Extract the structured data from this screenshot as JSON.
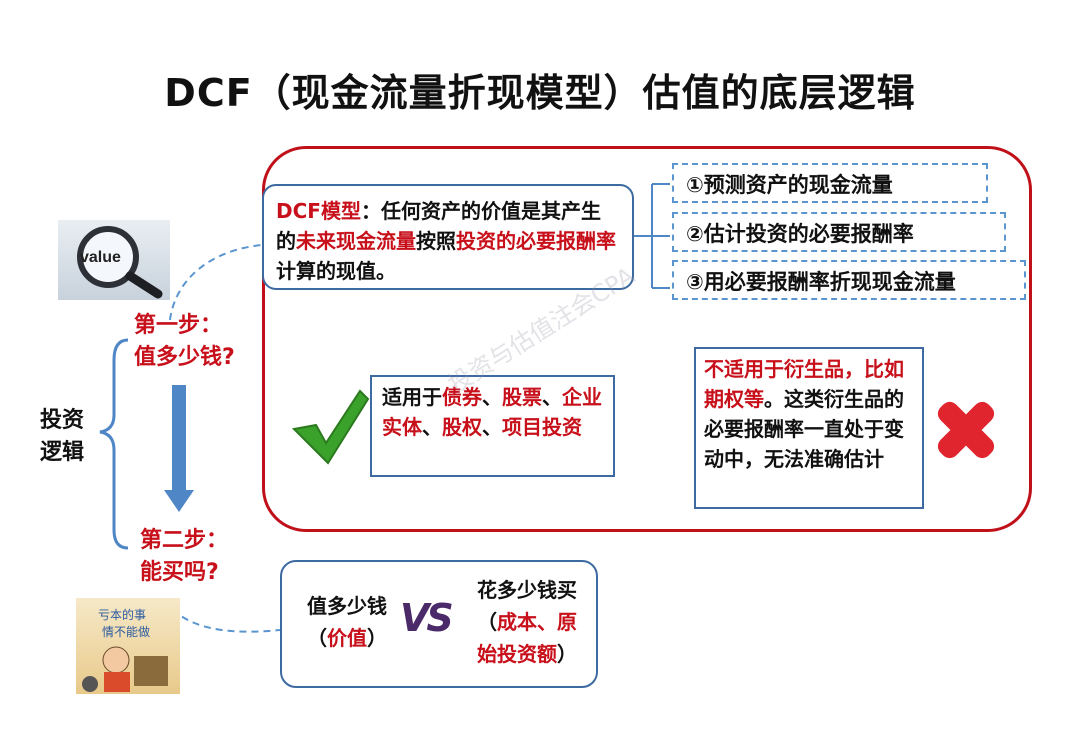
{
  "title": "DCF（现金流量折现模型）估值的底层逻辑",
  "left": {
    "invest_logic_line1": "投资",
    "invest_logic_line2": "逻辑",
    "step1_line1": "第一步：",
    "step1_line2": "值多少钱?",
    "step2_line1": "第二步：",
    "step2_line2": "能买吗?",
    "magnifier_text": "value",
    "cartoon_line1": "亏本的事",
    "cartoon_line2": "情不能做"
  },
  "definition": {
    "term": "DCF模型",
    "colon": "：",
    "part1": "任何资产的价值是其产生的",
    "highlight1": "未来现金流量",
    "part2": "按照",
    "highlight2": "投资的必要报酬率",
    "part3": "计算的现值。"
  },
  "steps": [
    {
      "label": "①预测资产的现金流量"
    },
    {
      "label": "②估计投资的必要报酬率"
    },
    {
      "label": "③用必要报酬率折现现金流量"
    }
  ],
  "suitable": {
    "prefix": "适用于",
    "i1": "债券",
    "sep1": "、",
    "i2": "股票",
    "sep2": "、",
    "i3": "企业实体",
    "sep3": "、",
    "i4": "股权",
    "sep4": "、",
    "i5": "项目投资"
  },
  "not_suitable": {
    "red_text": "不适用于衍生品，比如期权等",
    "black_text": "。这类衍生品的必要报酬率一直处于变动中，无法准确估计"
  },
  "comparison": {
    "left_line1": "值多少钱",
    "left_paren_open": "（",
    "left_red": "价值",
    "left_paren_close": "）",
    "vs": "VS",
    "right_line1": "花多少钱买",
    "right_paren_open": "（",
    "right_red1": "成本、原",
    "right_red2": "始投资额",
    "right_paren_close": "）"
  },
  "watermark": "投资与估值注会CPA",
  "colors": {
    "accent_red": "#c8101b",
    "box_border": "#3d6aa0",
    "dashed_blue": "#5a95cf",
    "arrow_blue": "#4f86c6",
    "check_green": "#3aa12a"
  }
}
